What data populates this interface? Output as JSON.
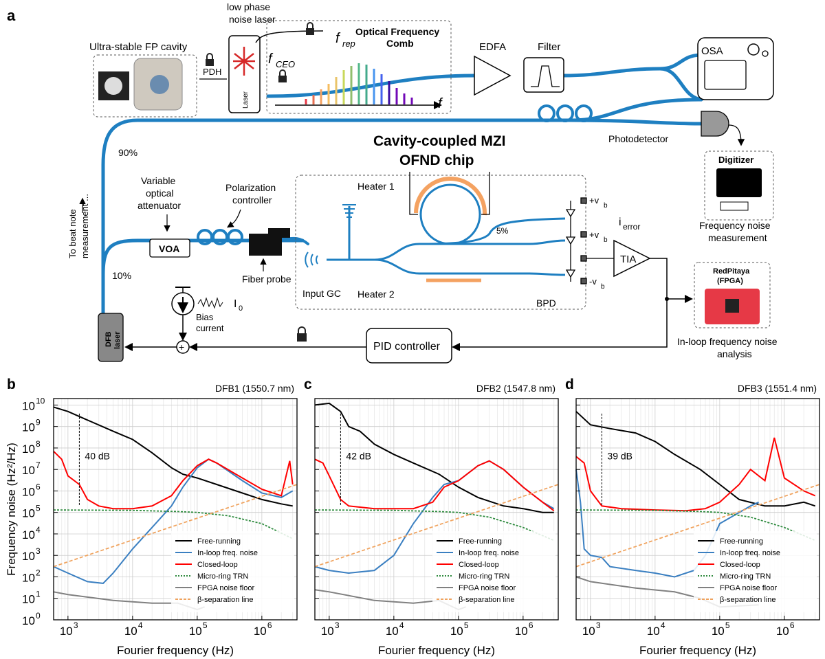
{
  "panel_labels": {
    "a": "a",
    "b": "b",
    "c": "c",
    "d": "d"
  },
  "schematic": {
    "laser_title_1": "low phase",
    "laser_title_2": "noise laser",
    "cavity_label": "Ultra-stable FP cavity",
    "pdh": "PDH",
    "laser_box": "Laser",
    "comb_title_1": "Optical Frequency",
    "comb_title_2": "Comb",
    "f_rep": "f",
    "f_rep_sub": "rep",
    "f_ceo": "f",
    "f_ceo_sub": "CEO",
    "f_axis": "f",
    "edfa": "EDFA",
    "filter": "Filter",
    "osa": "OSA",
    "photodetector": "Photodetector",
    "digitizer": "Digitizer",
    "freq_noise_meas_1": "Frequency noise",
    "freq_noise_meas_2": "measurement",
    "chip_title_1": "Cavity-coupled MZI",
    "chip_title_2": "OFND chip",
    "heater1": "Heater 1",
    "heater2": "Heater 2",
    "five_pct": "5%",
    "input_gc": "Input GC",
    "bpd": "BPD",
    "vb_plus": "+v",
    "vb_sub": "b",
    "vb_minus": "-v",
    "i_error": "i",
    "i_error_sub": "error",
    "tia": "TIA",
    "voa_title_1": "Variable",
    "voa_title_2": "optical",
    "voa_title_3": "attenuator",
    "voa": "VOA",
    "pol_1": "Polarization",
    "pol_2": "controller",
    "fiber_probe": "Fiber probe",
    "ninety": "90%",
    "ten": "10%",
    "beat_1": "To beat note",
    "beat_2": "measurement ...",
    "bias_1": "Bias",
    "bias_2": "current",
    "i0": "I",
    "i0_sub": "0",
    "dfb_1": "DFB",
    "dfb_2": "laser",
    "pid": "PID controller",
    "redpitaya_1": "RedPitaya",
    "redpitaya_2": "(FPGA)",
    "inloop_1": "In-loop frequency noise",
    "inloop_2": "analysis"
  },
  "chart_data": [
    {
      "type": "line",
      "panel": "b",
      "title": "DFB1 (1550.7 nm)",
      "xlabel": "Fourier frequency (Hz)",
      "ylabel": "Frequency noise (Hz²/Hz)",
      "x_scale": "log",
      "y_scale": "log",
      "xlim": [
        600,
        3500000
      ],
      "ylim": [
        1,
        20000000000
      ],
      "annotation": "40 dB",
      "legend_position": "lower-right",
      "grid": true,
      "series": [
        {
          "name": "Free-running",
          "color": "#000000",
          "style": "solid",
          "points": [
            [
              600,
              8000000000.0
            ],
            [
              1000,
              5000000000.0
            ],
            [
              2000,
              2000000000.0
            ],
            [
              5000,
              600000000.0
            ],
            [
              10000,
              250000000.0
            ],
            [
              20000,
              60000000.0
            ],
            [
              40000,
              12000000.0
            ],
            [
              60000,
              6000000.0
            ],
            [
              100000,
              4000000.0
            ],
            [
              200000,
              2000000.0
            ],
            [
              500000,
              800000.0
            ],
            [
              1000000,
              400000.0
            ],
            [
              2000000,
              250000.0
            ],
            [
              3000000,
              200000.0
            ]
          ]
        },
        {
          "name": "In-loop freq. noise",
          "color": "#3a7fc1",
          "style": "solid",
          "points": [
            [
              600,
              300
            ],
            [
              1000,
              150
            ],
            [
              2000,
              60
            ],
            [
              3500,
              50
            ],
            [
              5000,
              150
            ],
            [
              10000,
              2000
            ],
            [
              20000,
              20000
            ],
            [
              40000,
              200000.0
            ],
            [
              60000,
              1500000.0
            ],
            [
              100000,
              12000000.0
            ],
            [
              150000,
              30000000.0
            ],
            [
              200000,
              20000000.0
            ],
            [
              500000,
              3000000.0
            ],
            [
              1000000,
              800000.0
            ],
            [
              2000000,
              500000.0
            ],
            [
              3000000,
              1000000.0
            ]
          ]
        },
        {
          "name": "Closed-loop",
          "color": "#ff0000",
          "style": "solid",
          "points": [
            [
              600,
              70000000.0
            ],
            [
              800,
              30000000.0
            ],
            [
              1000,
              5000000.0
            ],
            [
              1500,
              2000000.0
            ],
            [
              2000,
              400000.0
            ],
            [
              3000,
              200000.0
            ],
            [
              5000,
              150000.0
            ],
            [
              10000,
              150000.0
            ],
            [
              20000,
              200000.0
            ],
            [
              40000,
              600000.0
            ],
            [
              60000,
              3000000.0
            ],
            [
              100000,
              15000000.0
            ],
            [
              150000,
              30000000.0
            ],
            [
              200000,
              20000000.0
            ],
            [
              500000,
              4000000.0
            ],
            [
              1000000,
              1200000.0
            ],
            [
              2000000,
              600000.0
            ],
            [
              2700000,
              25000000.0
            ],
            [
              3000000,
              2000000.0
            ]
          ]
        },
        {
          "name": "Micro-ring TRN",
          "color": "#2e8b3e",
          "style": "dotted",
          "points": [
            [
              600,
              130000.0
            ],
            [
              10000,
              125000.0
            ],
            [
              50000,
              110000.0
            ],
            [
              100000,
              100000.0
            ],
            [
              300000,
              70000.0
            ],
            [
              1000000,
              30000.0
            ],
            [
              3000000,
              6000.0
            ]
          ]
        },
        {
          "name": "FPGA noise floor",
          "color": "#808080",
          "style": "solid",
          "points": [
            [
              600,
              20
            ],
            [
              1000,
              15
            ],
            [
              5000,
              8
            ],
            [
              20000,
              6
            ],
            [
              50000,
              6
            ],
            [
              100000,
              3
            ],
            [
              130000,
              4
            ]
          ]
        },
        {
          "name": "β-separation line",
          "color": "#f0a35e",
          "style": "dashed",
          "points": [
            [
              600,
              300
            ],
            [
              3500000,
              2000000.0
            ]
          ]
        }
      ]
    },
    {
      "type": "line",
      "panel": "c",
      "title": "DFB2 (1547.8 nm)",
      "xlabel": "Fourier frequency (Hz)",
      "x_scale": "log",
      "y_scale": "log",
      "xlim": [
        600,
        3500000
      ],
      "ylim": [
        1,
        20000000000
      ],
      "annotation": "42 dB",
      "legend_position": "lower-right",
      "grid": true,
      "series": [
        {
          "name": "Free-running",
          "color": "#000000",
          "style": "solid",
          "points": [
            [
              600,
              10000000000.0
            ],
            [
              1000,
              12000000000.0
            ],
            [
              1500,
              5000000000.0
            ],
            [
              2000,
              1000000000.0
            ],
            [
              3000,
              600000000.0
            ],
            [
              5000,
              150000000.0
            ],
            [
              10000,
              50000000.0
            ],
            [
              20000,
              20000000.0
            ],
            [
              50000,
              6000000.0
            ],
            [
              100000,
              1500000.0
            ],
            [
              200000,
              500000.0
            ],
            [
              500000,
              200000.0
            ],
            [
              1000000,
              150000.0
            ],
            [
              2000000,
              100000.0
            ],
            [
              3000000,
              100000.0
            ]
          ]
        },
        {
          "name": "In-loop freq. noise",
          "color": "#3a7fc1",
          "style": "solid",
          "points": [
            [
              600,
              300
            ],
            [
              1000,
              200
            ],
            [
              2000,
              150
            ],
            [
              5000,
              200
            ],
            [
              10000,
              1000
            ],
            [
              20000,
              30000.0
            ],
            [
              40000,
              500000.0
            ],
            [
              60000,
              2000000.0
            ],
            [
              100000,
              3000000.0
            ],
            [
              200000,
              15000000.0
            ],
            [
              300000,
              25000000.0
            ],
            [
              500000,
              10000000.0
            ],
            [
              1000000,
              1500000.0
            ],
            [
              2000000,
              300000.0
            ],
            [
              3000000,
              150000.0
            ]
          ]
        },
        {
          "name": "Closed-loop",
          "color": "#ff0000",
          "style": "solid",
          "points": [
            [
              600,
              30000000.0
            ],
            [
              800,
              20000000.0
            ],
            [
              1000,
              5000000.0
            ],
            [
              1500,
              400000.0
            ],
            [
              2000,
              200000.0
            ],
            [
              5000,
              150000.0
            ],
            [
              10000,
              150000.0
            ],
            [
              20000,
              150000.0
            ],
            [
              40000,
              300000.0
            ],
            [
              60000,
              1500000.0
            ],
            [
              100000,
              3000000.0
            ],
            [
              200000,
              15000000.0
            ],
            [
              300000,
              25000000.0
            ],
            [
              500000,
              10000000.0
            ],
            [
              1000000,
              1500000.0
            ],
            [
              2000000,
              300000.0
            ],
            [
              3000000,
              120000.0
            ]
          ]
        },
        {
          "name": "Micro-ring TRN",
          "color": "#2e8b3e",
          "style": "dotted",
          "points": [
            [
              600,
              130000.0
            ],
            [
              10000,
              125000.0
            ],
            [
              50000,
              110000.0
            ],
            [
              100000,
              100000.0
            ],
            [
              300000,
              60000.0
            ],
            [
              1000000,
              20000.0
            ],
            [
              3000000,
              5000.0
            ]
          ]
        },
        {
          "name": "FPGA noise floor",
          "color": "#808080",
          "style": "solid",
          "points": [
            [
              600,
              25
            ],
            [
              1000,
              20
            ],
            [
              5000,
              8
            ],
            [
              20000,
              6
            ],
            [
              50000,
              8
            ],
            [
              100000,
              3
            ],
            [
              130000,
              4
            ]
          ]
        },
        {
          "name": "β-separation line",
          "color": "#f0a35e",
          "style": "dashed",
          "points": [
            [
              600,
              300
            ],
            [
              3500000,
              2000000.0
            ]
          ]
        }
      ]
    },
    {
      "type": "line",
      "panel": "d",
      "title": "DFB3 (1551.4 nm)",
      "xlabel": "Fourier frequency (Hz)",
      "x_scale": "log",
      "y_scale": "log",
      "xlim": [
        600,
        3500000
      ],
      "ylim": [
        1,
        20000000000
      ],
      "annotation": "39 dB",
      "legend_position": "lower-right",
      "grid": true,
      "series": [
        {
          "name": "Free-running",
          "color": "#000000",
          "style": "solid",
          "points": [
            [
              600,
              5000000000.0
            ],
            [
              1000,
              1200000000.0
            ],
            [
              2000,
              800000000.0
            ],
            [
              5000,
              500000000.0
            ],
            [
              10000,
              200000000.0
            ],
            [
              20000,
              50000000.0
            ],
            [
              50000,
              10000000.0
            ],
            [
              100000,
              2000000.0
            ],
            [
              200000,
              400000.0
            ],
            [
              500000,
              200000.0
            ],
            [
              1000000,
              200000.0
            ],
            [
              2000000,
              300000.0
            ],
            [
              3000000,
              200000.0
            ]
          ]
        },
        {
          "name": "In-loop freq. noise",
          "color": "#3a7fc1",
          "style": "solid",
          "points": [
            [
              600,
              10000000.0
            ],
            [
              700,
              300000.0
            ],
            [
              800,
              2000
            ],
            [
              1000,
              1000
            ],
            [
              1500,
              800
            ],
            [
              2000,
              300
            ],
            [
              5000,
              200
            ],
            [
              10000,
              150
            ],
            [
              20000,
              100
            ],
            [
              40000,
              200
            ],
            [
              60000,
              1000
            ],
            [
              100000,
              30000.0
            ],
            [
              200000,
              100000.0
            ],
            [
              300000,
              200000.0
            ],
            [
              400000,
              300000.0
            ]
          ]
        },
        {
          "name": "Closed-loop",
          "color": "#ff0000",
          "style": "solid",
          "points": [
            [
              600,
              40000000.0
            ],
            [
              800,
              20000000.0
            ],
            [
              1000,
              1000000.0
            ],
            [
              1500,
              200000.0
            ],
            [
              3000,
              150000.0
            ],
            [
              10000,
              130000.0
            ],
            [
              30000,
              120000.0
            ],
            [
              60000,
              150000.0
            ],
            [
              100000,
              300000.0
            ],
            [
              200000,
              2000000.0
            ],
            [
              300000,
              10000000.0
            ],
            [
              500000,
              3000000.0
            ],
            [
              700000,
              300000000.0
            ],
            [
              1000000,
              4000000.0
            ],
            [
              2000000,
              1000000.0
            ],
            [
              3000000,
              600000.0
            ]
          ]
        },
        {
          "name": "Micro-ring TRN",
          "color": "#2e8b3e",
          "style": "dotted",
          "points": [
            [
              600,
              130000.0
            ],
            [
              10000,
              125000.0
            ],
            [
              50000,
              110000.0
            ],
            [
              100000,
              100000.0
            ],
            [
              300000,
              60000.0
            ],
            [
              1000000,
              20000.0
            ],
            [
              3000000,
              5000.0
            ]
          ]
        },
        {
          "name": "FPGA noise floor",
          "color": "#808080",
          "style": "solid",
          "points": [
            [
              600,
              100
            ],
            [
              1000,
              60
            ],
            [
              5000,
              30
            ],
            [
              20000,
              20
            ],
            [
              50000,
              10
            ],
            [
              100000,
              4
            ],
            [
              400000,
              5
            ]
          ]
        },
        {
          "name": "β-separation line",
          "color": "#f0a35e",
          "style": "dashed",
          "points": [
            [
              600,
              300
            ],
            [
              3500000,
              2000000.0
            ]
          ]
        }
      ]
    }
  ]
}
